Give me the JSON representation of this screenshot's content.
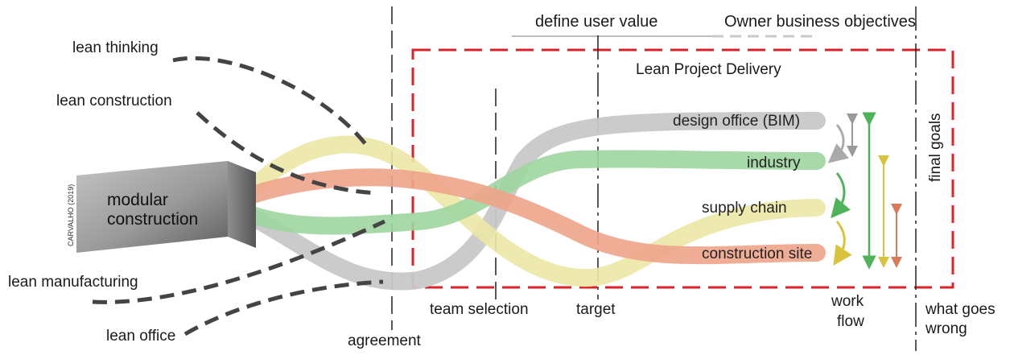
{
  "frame_title": "Lean Project Delivery",
  "top_labels": {
    "define_user_value": "define user value",
    "owner_business_objectives": "Owner business objectives"
  },
  "lean_sources": [
    {
      "id": "lean-thinking",
      "label": "lean thinking"
    },
    {
      "id": "lean-construction",
      "label": "lean construction"
    },
    {
      "id": "lean-manufacturing",
      "label": "lean manufacturing"
    },
    {
      "id": "lean-office",
      "label": "lean office"
    }
  ],
  "box": {
    "line1": "modular",
    "line2": "construction",
    "credit": "CARVALHO (2019)"
  },
  "streams": [
    {
      "id": "design-office",
      "label": "design office (BIM)",
      "color": "#c8c8c8"
    },
    {
      "id": "industry",
      "label": "industry",
      "color": "#9fd6a0"
    },
    {
      "id": "supply-chain",
      "label": "supply chain",
      "color": "#ece8a6"
    },
    {
      "id": "construction-site",
      "label": "construction site",
      "color": "#eea48a"
    }
  ],
  "milestones": {
    "agreement": "agreement",
    "team_selection": "team selection",
    "target": "target"
  },
  "work_flow": {
    "line1": "work",
    "line2": "flow"
  },
  "final_goals": "final goals",
  "what_goes_wrong": {
    "line1": "what goes",
    "line2": "wrong"
  },
  "colors": {
    "frame": "#d9232a",
    "grey": "#c8c8c8",
    "green": "#9fd6a0",
    "yellow": "#ece8a6",
    "orange": "#eea48a",
    "dark_dash": "#444444"
  }
}
